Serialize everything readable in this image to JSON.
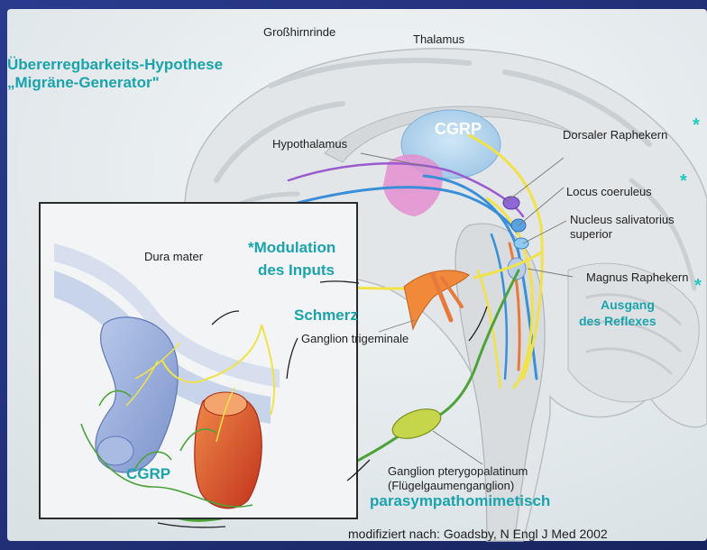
{
  "title": {
    "line1": "Übererregbarkeits-Hypothese",
    "line2": "„Migräne-Generator\""
  },
  "labels": {
    "cortex": "Großhirnrinde",
    "thalamus": "Thalamus",
    "hypothalamus": "Hypothalamus",
    "cgrp_brain": "CGRP",
    "dorsal_raphe": "Dorsaler Raphekern",
    "locus_coeruleus": "Locus coeruleus",
    "nucleus_salivatorius_1": "Nucleus salivatorius",
    "nucleus_salivatorius_2": "superior",
    "magnus_raphe": "Magnus Raphekern",
    "dura_mater": "Dura mater",
    "modulation_1": "*Modulation",
    "modulation_2": "des Inputs",
    "schmerz": "Schmerz",
    "ganglion_trigeminale": "Ganglion trigeminale",
    "ausgang_1": "Ausgang",
    "ausgang_2": "des Reflexes",
    "ganglion_ptery_1": "Ganglion pterygopalatinum",
    "ganglion_ptery_2": "(Flügelgaumenganglion)",
    "parasympathomimetisch": "parasympathomimetisch",
    "cgrp_vessel": "CGRP",
    "credit": "modifiziert nach: Goadsby, N Engl J Med 2002"
  },
  "stars": {
    "dorsal": "*",
    "locus": "*",
    "magnus": "*"
  },
  "colors": {
    "background": "#1c2a70",
    "panel": "#e9eef0",
    "accent_teal": "#1aa3ad",
    "nerve_yellow": "#f2e24a",
    "nerve_green": "#4da33a",
    "pathway_blue": "#3a8fd8",
    "pathway_purple": "#9a5ad0",
    "vessel_red": "#d9482b",
    "vessel_blue": "#8ea6d6"
  }
}
